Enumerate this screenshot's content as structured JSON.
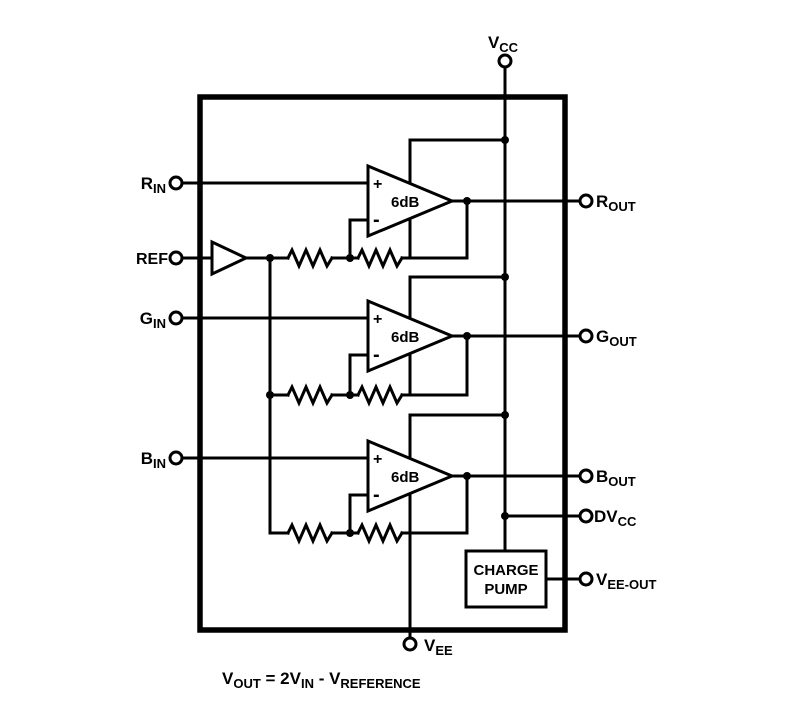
{
  "labels": {
    "vcc": {
      "main": "V",
      "sub": "CC"
    },
    "rin": {
      "main": "R",
      "sub": "IN"
    },
    "ref": {
      "main": "REF",
      "sub": ""
    },
    "gin": {
      "main": "G",
      "sub": "IN"
    },
    "bin": {
      "main": "B",
      "sub": "IN"
    },
    "rout": {
      "main": "R",
      "sub": "OUT"
    },
    "gout": {
      "main": "G",
      "sub": "OUT"
    },
    "bout": {
      "main": "B",
      "sub": "OUT"
    },
    "dvcc": {
      "main": "DV",
      "sub": "CC"
    },
    "vee_out": {
      "main": "V",
      "sub": "EE-OUT"
    },
    "vee": {
      "main": "V",
      "sub": "EE"
    }
  },
  "amplifier": {
    "gain": "6dB",
    "plus": "+",
    "minus": "-"
  },
  "charge_pump": {
    "line1": "CHARGE",
    "line2": "PUMP"
  },
  "formula": {
    "v": "V",
    "out": "OUT",
    "eq2v": " = 2V",
    "in": "IN",
    "minusv": " - V",
    "reference": "REFERENCE"
  },
  "colors": {
    "ink": "#000000",
    "paper": "#ffffff"
  }
}
